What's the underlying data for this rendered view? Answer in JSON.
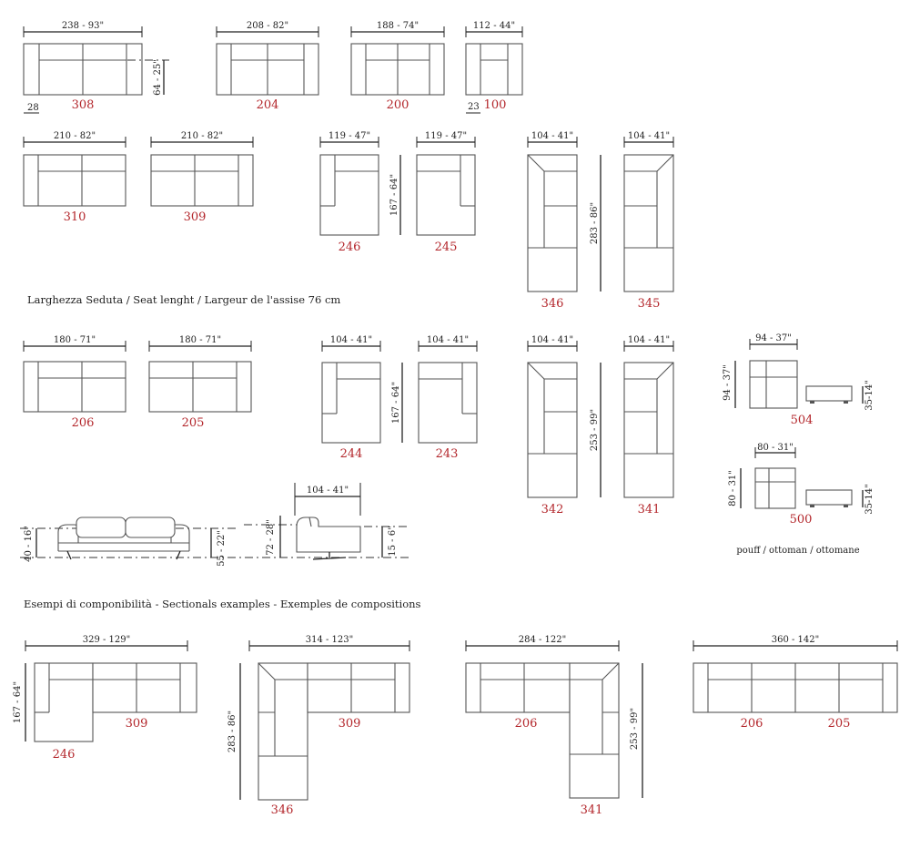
{
  "colors": {
    "code": "#b3262b",
    "line": "#222222",
    "outline": "#555555",
    "background": "#ffffff"
  },
  "captions": {
    "seat_length": "Larghezza Seduta / Seat lenght / Largeur de l'assise  76 cm",
    "examples": "Esempi di componibilità  -  Sectionals examples - Exemples de compositions",
    "pouf": "pouff / ottoman / ottomane"
  },
  "row1": {
    "m308": {
      "width": "238 - 93\"",
      "height": "64 - 25\"",
      "arm": "28",
      "code": "308"
    },
    "m204": {
      "width": "208 - 82\"",
      "code": "204"
    },
    "m200": {
      "width": "188 - 74\"",
      "code": "200"
    },
    "m100": {
      "width": "112 - 44\"",
      "arm": "23",
      "code": "100"
    }
  },
  "row2": {
    "m310": {
      "width": "210 - 82\"",
      "code": "310"
    },
    "m309": {
      "width": "210 - 82\"",
      "code": "309"
    },
    "m246": {
      "width": "119 - 47\"",
      "code": "246"
    },
    "m245": {
      "width": "119 - 47\"",
      "code": "245"
    },
    "depth": "167 - 64\"",
    "m346": {
      "width": "104 - 41\"",
      "code": "346"
    },
    "m345": {
      "width": "104 - 41\"",
      "code": "345"
    },
    "corner_depth": "283 - 86\""
  },
  "row3": {
    "m206": {
      "width": "180 - 71\"",
      "code": "206"
    },
    "m205": {
      "width": "180 - 71\"",
      "code": "205"
    },
    "m244": {
      "width": "104 - 41\"",
      "code": "244"
    },
    "m243": {
      "width": "104 - 41\"",
      "code": "243"
    },
    "depth": "167 - 64\"",
    "m342": {
      "width": "104 - 41\"",
      "code": "342"
    },
    "m341": {
      "width": "104 - 41\"",
      "code": "341"
    },
    "corner_depth": "253 - 99\""
  },
  "pouf": {
    "p504": {
      "width": "94 - 37\"",
      "depth": "94 - 37\"",
      "height": "35-14\"",
      "code": "504"
    },
    "p500": {
      "width": "80 - 31\"",
      "depth": "80 - 31\"",
      "height": "35-14\"",
      "code": "500"
    }
  },
  "side": {
    "arm_height": "40 - 16\"",
    "seat_height": "55 - 22\"",
    "back_height": "72 - 28\"",
    "section_width": "104 - 41\"",
    "foot_height": "15 - 6\""
  },
  "examples": {
    "ex1": {
      "width": "329 - 129\"",
      "depth": "167 - 64\"",
      "codes": [
        "309",
        "246"
      ]
    },
    "ex2": {
      "width": "314 - 123\"",
      "depth": "283 - 86\"",
      "codes": [
        "309",
        "346"
      ]
    },
    "ex3": {
      "width": "284 - 122\"",
      "depth": "253 - 99\"",
      "codes": [
        "206",
        "341"
      ]
    },
    "ex4": {
      "width": "360 - 142\"",
      "codes": [
        "206",
        "205"
      ]
    }
  }
}
